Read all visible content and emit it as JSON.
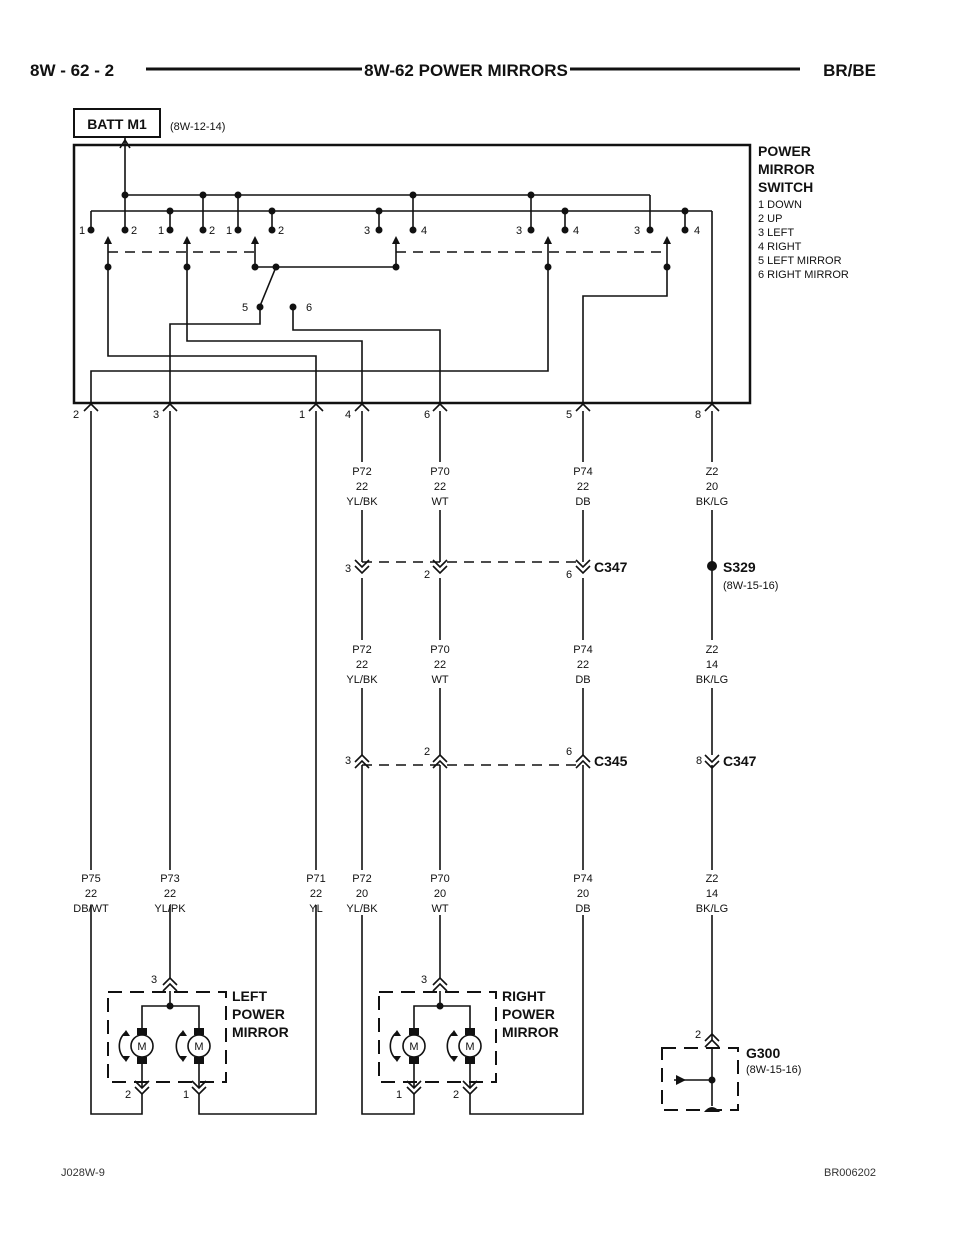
{
  "header": {
    "page_number": "8W - 62 - 2",
    "title": "8W-62 POWER MIRRORS",
    "model": "BR/BE"
  },
  "batt": {
    "label": "BATT M1",
    "ref": "(8W-12-14)"
  },
  "switch": {
    "name_lines": [
      "POWER",
      "MIRROR",
      "SWITCH"
    ],
    "legend": [
      "1 DOWN",
      "2 UP",
      "3 LEFT",
      "4 RIGHT",
      "5 LEFT MIRROR",
      "6 RIGHT MIRROR"
    ],
    "contact_numbers": [
      "1",
      "2",
      "1",
      "2",
      "1",
      "2",
      "3",
      "4",
      "3",
      "4",
      "3",
      "4"
    ],
    "selector_numbers": [
      "5",
      "6"
    ],
    "pins": [
      "2",
      "3",
      "1",
      "4",
      "6",
      "5",
      "8"
    ]
  },
  "wires_upper": [
    {
      "circuit": "P72",
      "gauge": "22",
      "color": "YL/BK"
    },
    {
      "circuit": "P70",
      "gauge": "22",
      "color": "WT"
    },
    {
      "circuit": "P74",
      "gauge": "22",
      "color": "DB"
    },
    {
      "circuit": "Z2",
      "gauge": "20",
      "color": "BK/LG"
    }
  ],
  "c347_top": {
    "label": "C347",
    "pins": [
      "3",
      "2",
      "6"
    ]
  },
  "s329": {
    "label": "S329",
    "ref": "(8W-15-16)"
  },
  "wires_middle": [
    {
      "circuit": "P72",
      "gauge": "22",
      "color": "YL/BK"
    },
    {
      "circuit": "P70",
      "gauge": "22",
      "color": "WT"
    },
    {
      "circuit": "P74",
      "gauge": "22",
      "color": "DB"
    },
    {
      "circuit": "Z2",
      "gauge": "14",
      "color": "BK/LG"
    }
  ],
  "c345": {
    "label": "C345",
    "pins": [
      "3",
      "2",
      "6"
    ]
  },
  "c347_right": {
    "label": "C347",
    "pin": "8"
  },
  "wires_lower": [
    {
      "circuit": "P75",
      "gauge": "22",
      "color": "DB/WT"
    },
    {
      "circuit": "P73",
      "gauge": "22",
      "color": "YL/PK"
    },
    {
      "circuit": "P71",
      "gauge": "22",
      "color": "YL"
    },
    {
      "circuit": "P72",
      "gauge": "20",
      "color": "YL/BK"
    },
    {
      "circuit": "P70",
      "gauge": "20",
      "color": "WT"
    },
    {
      "circuit": "P74",
      "gauge": "20",
      "color": "DB"
    },
    {
      "circuit": "Z2",
      "gauge": "14",
      "color": "BK/LG"
    }
  ],
  "left_mirror": {
    "name_lines": [
      "LEFT",
      "POWER",
      "MIRROR"
    ],
    "pins": [
      "3",
      "2",
      "1"
    ],
    "motor_label": "M"
  },
  "right_mirror": {
    "name_lines": [
      "RIGHT",
      "POWER",
      "MIRROR"
    ],
    "pins": [
      "3",
      "1",
      "2"
    ],
    "motor_label": "M"
  },
  "g300": {
    "label": "G300",
    "ref": "(8W-15-16)",
    "pin": "2"
  },
  "footer": {
    "left": "J028W-9",
    "right": "BR006202"
  }
}
